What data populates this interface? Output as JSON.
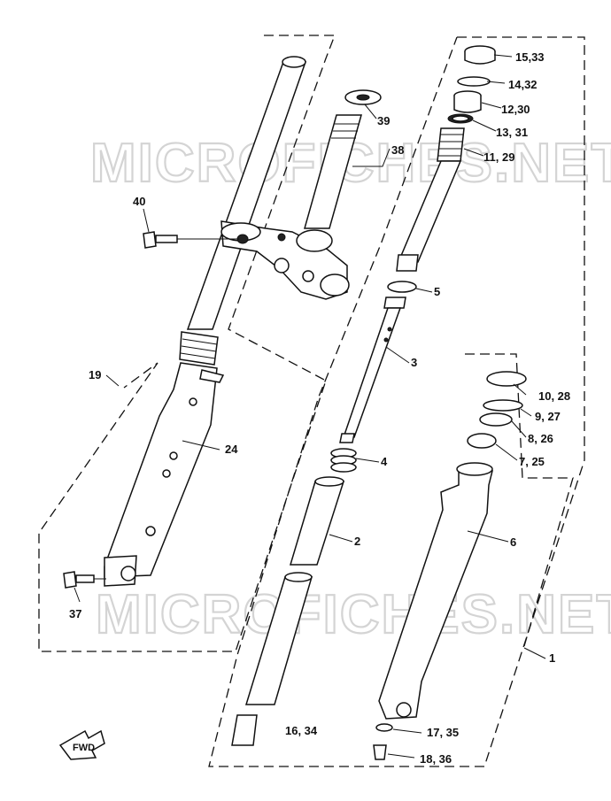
{
  "watermark": "MICROFICHES.NET",
  "direction_arrow": "FWD",
  "callouts": [
    {
      "id": "c40",
      "text": "40"
    },
    {
      "id": "c39",
      "text": "39"
    },
    {
      "id": "c38",
      "text": "38"
    },
    {
      "id": "c19",
      "text": "19"
    },
    {
      "id": "c24",
      "text": "24"
    },
    {
      "id": "c37",
      "text": "37"
    },
    {
      "id": "c15",
      "text": "15,33"
    },
    {
      "id": "c14",
      "text": "14,32"
    },
    {
      "id": "c12",
      "text": "12,30"
    },
    {
      "id": "c13",
      "text": "13, 31"
    },
    {
      "id": "c11",
      "text": "11, 29"
    },
    {
      "id": "c5",
      "text": "5"
    },
    {
      "id": "c3",
      "text": "3"
    },
    {
      "id": "c4",
      "text": "4"
    },
    {
      "id": "c2",
      "text": "2"
    },
    {
      "id": "c10",
      "text": "10, 28"
    },
    {
      "id": "c9",
      "text": "9, 27"
    },
    {
      "id": "c8",
      "text": "8, 26"
    },
    {
      "id": "c7",
      "text": "7, 25"
    },
    {
      "id": "c6",
      "text": "6"
    },
    {
      "id": "c1",
      "text": "1"
    },
    {
      "id": "c16",
      "text": "16, 34"
    },
    {
      "id": "c17",
      "text": "17, 35"
    },
    {
      "id": "c18",
      "text": "18, 36"
    }
  ]
}
